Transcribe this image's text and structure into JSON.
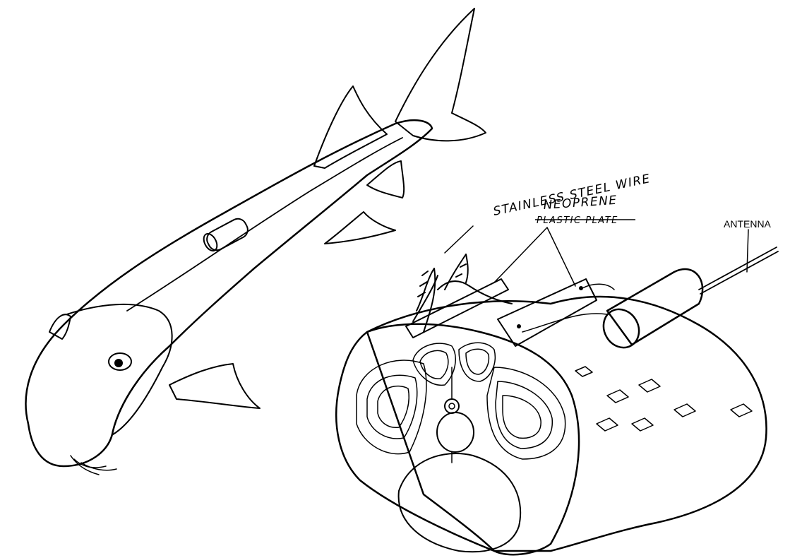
{
  "figure": {
    "labels": {
      "wire": "STAINLESS STEEL WIRE",
      "plate_new": "NEOPRENE",
      "plate_old": "PLASTIC PLATE",
      "antenna": "ANTENNA"
    },
    "colors": {
      "ink": "#000000",
      "paper": "#ffffff",
      "stipple": "#2a2a2a"
    }
  }
}
